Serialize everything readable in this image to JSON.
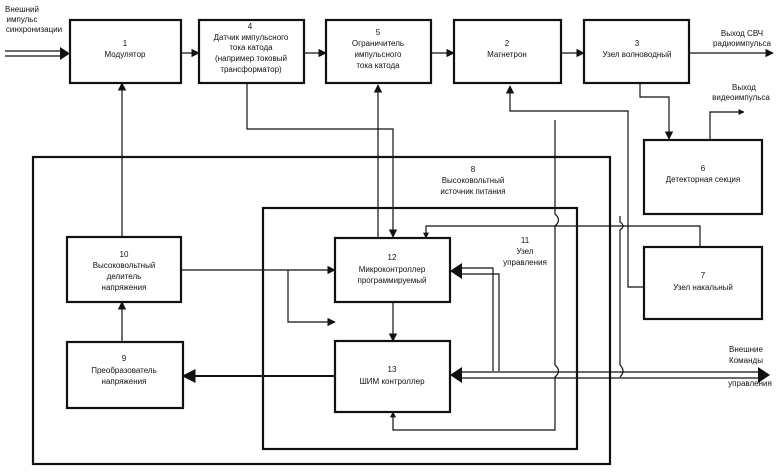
{
  "blocks": {
    "b1": {
      "num": "1",
      "lines": [
        "Модулятор"
      ]
    },
    "b2": {
      "num": "2",
      "lines": [
        "Магнетрон"
      ]
    },
    "b3": {
      "num": "3",
      "lines": [
        "Узел волноводный"
      ]
    },
    "b4": {
      "num": "4",
      "lines": [
        "Датчик импульсного",
        "тока катода",
        "(например токовый",
        "трансформатор)"
      ]
    },
    "b5": {
      "num": "5",
      "lines": [
        "Ограничитель",
        "импульсного",
        "тока катода"
      ]
    },
    "b6": {
      "num": "6",
      "lines": [
        "Детекторная секция"
      ]
    },
    "b7": {
      "num": "7",
      "lines": [
        "Узел накальный"
      ]
    },
    "b8": {
      "num": "8",
      "lines": [
        "Высоковольтный",
        "источник питания"
      ]
    },
    "b9": {
      "num": "9",
      "lines": [
        "Преобразователь",
        "напряжения"
      ]
    },
    "b10": {
      "num": "10",
      "lines": [
        "Высоковольтный",
        "делитель",
        "напряжения"
      ]
    },
    "b11": {
      "num": "11",
      "lines": [
        "Узел",
        "управления"
      ]
    },
    "b12": {
      "num": "12",
      "lines": [
        "Микроконтроллер",
        "программируемый"
      ]
    },
    "b13": {
      "num": "13",
      "lines": [
        "ШИМ контроллер"
      ]
    }
  },
  "external": {
    "sync_input": [
      "Внешний",
      "импульс",
      "синхронизации"
    ],
    "microwave_output": [
      "Выход СВЧ",
      "радиоимпульса"
    ],
    "video_output": [
      "Выход",
      "видеоимпульса"
    ],
    "control_commands": [
      "Внешние",
      "Команды",
      "управления"
    ]
  }
}
